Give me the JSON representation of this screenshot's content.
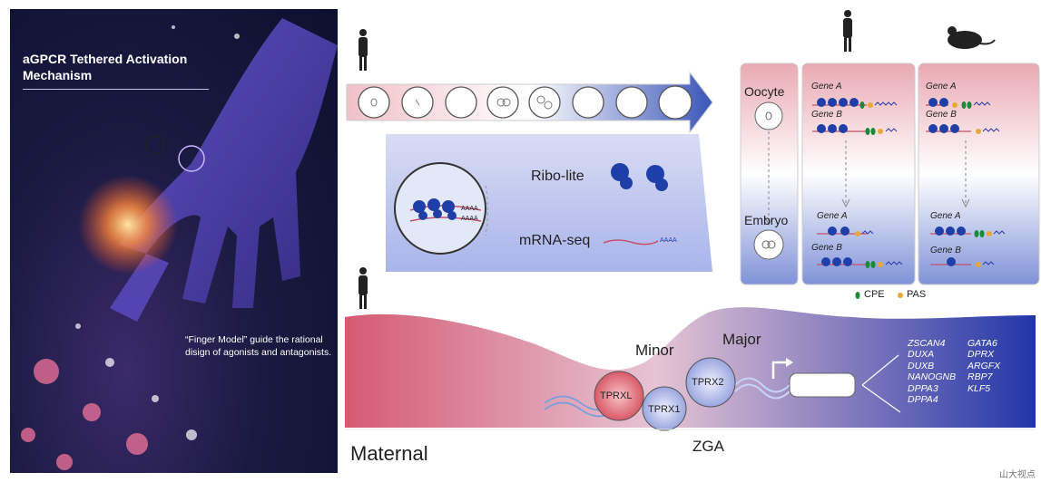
{
  "poster": {
    "title_line1": "aGPCR Tethered Activation",
    "title_line2": "Mechanism",
    "caption": "“Finger Model” guide the rational disign of agonists and antagonists."
  },
  "panel_top": {
    "methods": [
      "Ribo-lite",
      "mRNA-seq"
    ],
    "poly_a": "AAAA"
  },
  "panel_right": {
    "rows": [
      "Oocyte",
      "Embryo"
    ],
    "genes": [
      "Gene A",
      "Gene B"
    ],
    "legend": [
      "CPE",
      "PAS"
    ]
  },
  "panel_bottom": {
    "wave_labels": [
      "Minor",
      "Major"
    ],
    "proteins": [
      "TPRXL",
      "TPRX1",
      "TPRX2"
    ],
    "targets_col1": [
      "ZSCAN4",
      "DUXA",
      "DUXB",
      "NANOGNB",
      "DPPA3",
      "DPPA4"
    ],
    "targets_col2": [
      "GATA6",
      "DPRX",
      "ARGFX",
      "RBP7",
      "KLF5"
    ],
    "axis_left": "Maternal",
    "axis_center": "ZGA"
  },
  "watermark": "山大视点",
  "colors": {
    "ribosome": "#1f3fa8",
    "maternal": "#c4506a",
    "zga": "#2b3fa6",
    "cpe": "#1a8a3a",
    "pas": "#e8a838"
  }
}
